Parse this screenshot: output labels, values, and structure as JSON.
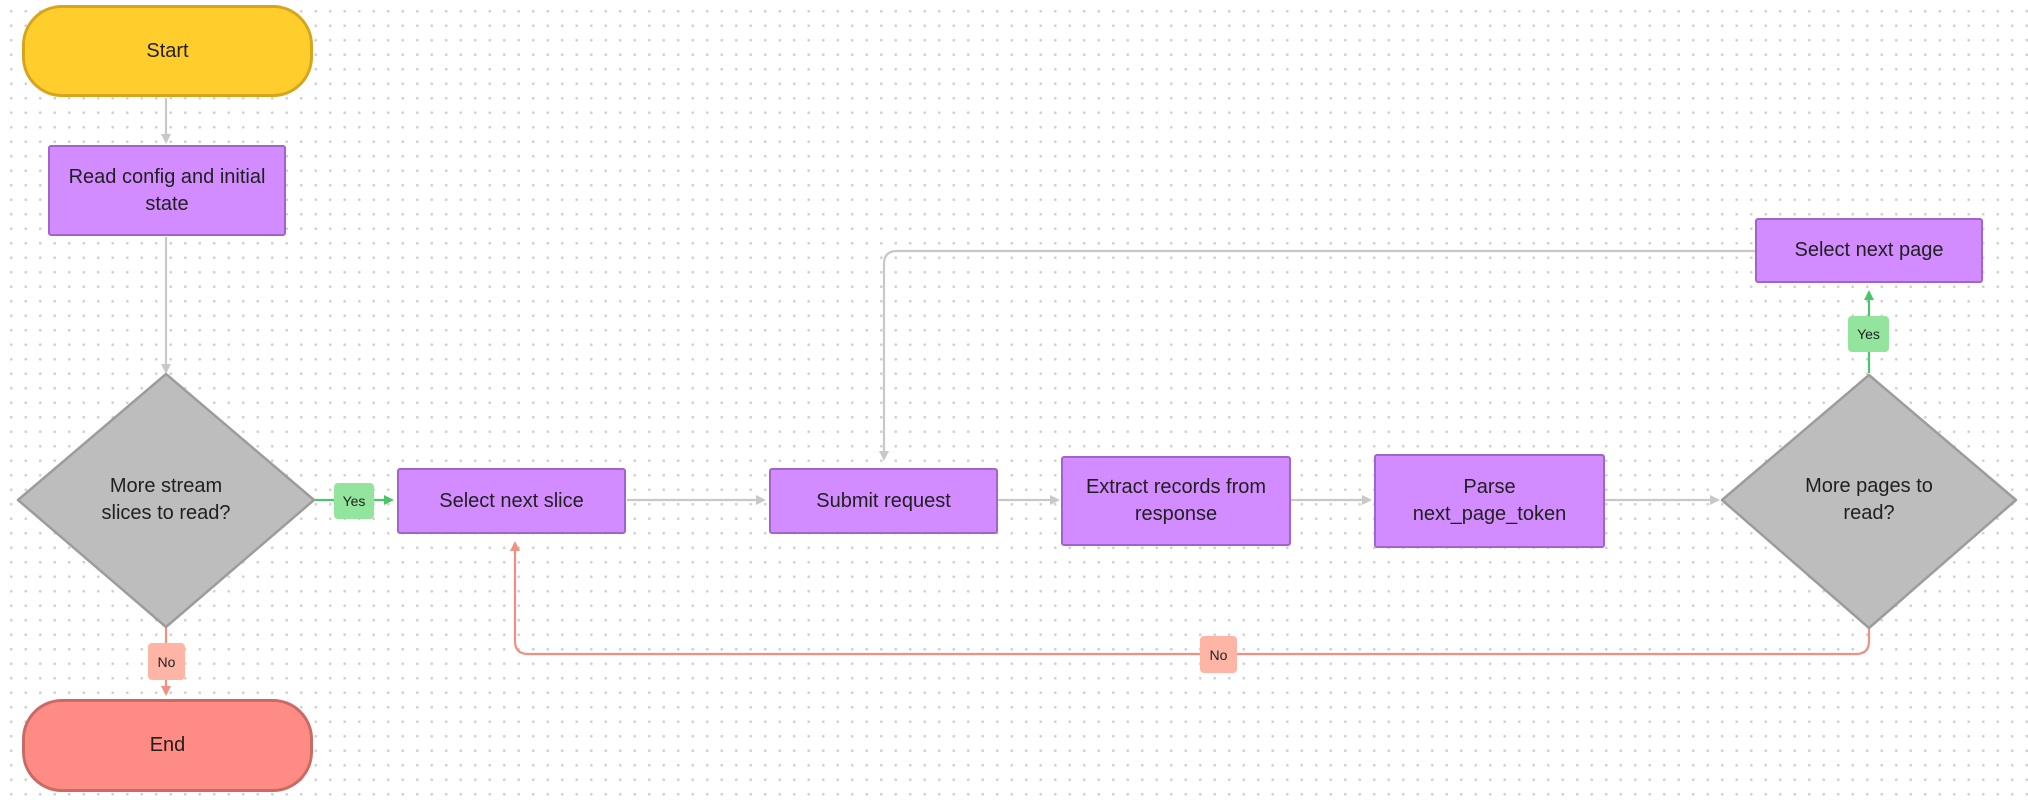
{
  "colors": {
    "start_fill": "#ffce2c",
    "start_border": "#d6a51b",
    "end_fill": "#ff8c84",
    "end_border": "#c96a64",
    "process_fill": "#d38cff",
    "decision_fill": "#bdbdbd",
    "edge_default": "#c8c8c8",
    "edge_yes": "#4ec46a",
    "edge_no": "#f08f82",
    "yes_badge": "#93e49c",
    "no_badge": "#ffb5a6"
  },
  "nodes": {
    "start": "Start",
    "read_config": "Read config and initial state",
    "more_slices": "More stream slices to read?",
    "end": "End",
    "select_next_slice": "Select next slice",
    "submit_request": "Submit request",
    "extract_records": "Extract records from response",
    "parse_token": "Parse next_page_token",
    "more_pages": "More pages to read?",
    "select_next_page": "Select next page"
  },
  "edge_labels": {
    "slices_yes": "Yes",
    "slices_no": "No",
    "pages_yes": "Yes",
    "pages_no": "No"
  }
}
